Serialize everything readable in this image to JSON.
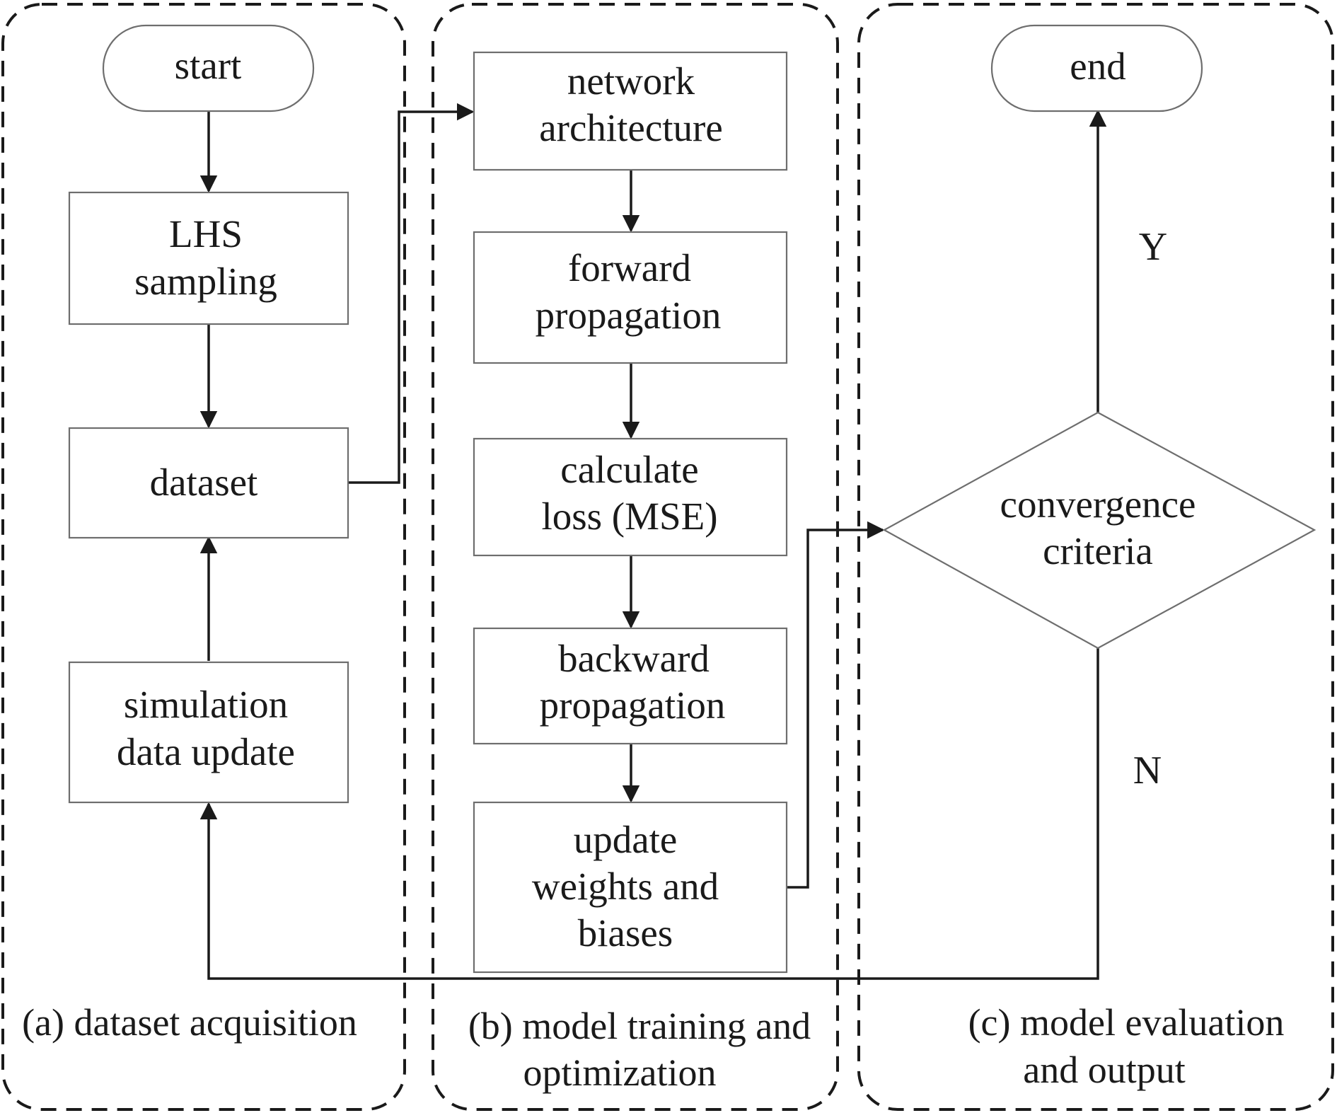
{
  "panels": {
    "a": {
      "label": "(a) dataset acquisition"
    },
    "b": {
      "label_line1": "(b) model training and",
      "label_line2": "optimization"
    },
    "c": {
      "label_line1": "(c) model evaluation",
      "label_line2": "and output"
    }
  },
  "nodes": {
    "start": {
      "label": "start"
    },
    "lhs": {
      "line1": "LHS",
      "line2": "sampling"
    },
    "dataset": {
      "label": "dataset"
    },
    "simulation": {
      "line1": "simulation",
      "line2": "data update"
    },
    "network": {
      "line1": "network",
      "line2": "architecture"
    },
    "forward": {
      "line1": "forward",
      "line2": "propagation"
    },
    "loss": {
      "line1": "calculate",
      "line2": "loss (MSE)"
    },
    "backward": {
      "line1": "backward",
      "line2": "propagation"
    },
    "update": {
      "line1": "update",
      "line2": "weights and",
      "line3": "biases"
    },
    "convergence": {
      "line1": "convergence",
      "line2": "criteria"
    },
    "end": {
      "label": "end"
    }
  },
  "edge_labels": {
    "yes": "Y",
    "no": "N"
  }
}
